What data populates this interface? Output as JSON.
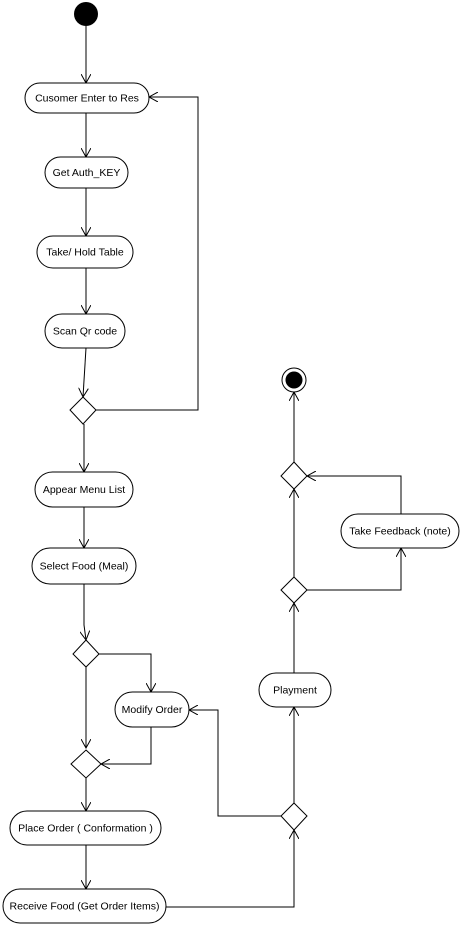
{
  "diagram": {
    "nodes": {
      "customer_enter": "Cusomer Enter to Res",
      "get_auth": "Get Auth_KEY",
      "take_table": "Take/ Hold Table",
      "scan_qr": "Scan Qr code",
      "appear_menu": "Appear Menu List",
      "select_food": "Select Food (Meal)",
      "modify_order": "Modify Order",
      "place_order": "Place Order ( Conformation )",
      "receive_food": "Receive Food (Get Order Items)",
      "payment": "Playment",
      "take_feedback": "Take Feedback (note)"
    }
  }
}
